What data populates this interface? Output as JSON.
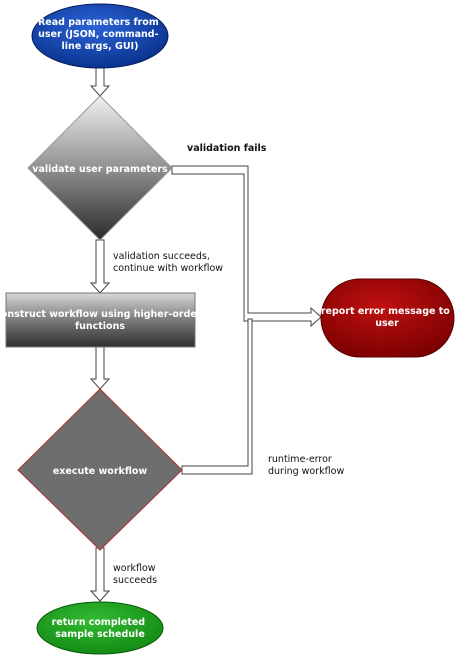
{
  "nodes": {
    "read_params": {
      "lines": [
        "Read parameters from",
        "user (JSON, command-",
        "line args, GUI)"
      ],
      "color": "#0a3fa8"
    },
    "validate": {
      "lines": [
        "validate user parameters"
      ]
    },
    "construct": {
      "lines": [
        "construct workflow using higher-order",
        "functions"
      ]
    },
    "execute": {
      "lines": [
        "execute workflow"
      ]
    },
    "report_error": {
      "lines": [
        "report error message to",
        "user"
      ],
      "color": "#a30000"
    },
    "return_schedule": {
      "lines": [
        "return completed",
        "sample schedule"
      ],
      "color": "#1aa01a"
    }
  },
  "edge_labels": {
    "validation_fails": [
      "validation fails"
    ],
    "validation_succeeds": [
      "validation succeeds,",
      "continue with workflow"
    ],
    "runtime_error": [
      "runtime-error",
      "during workflow"
    ],
    "workflow_succeeds": [
      "workflow",
      "succeeds"
    ]
  }
}
